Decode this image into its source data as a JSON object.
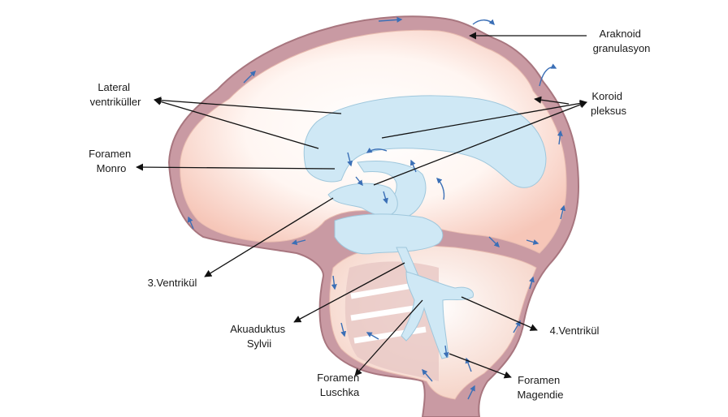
{
  "colors": {
    "skull": "#b7868f",
    "csf_space": "#f8d6cc",
    "ventricles": "#cfe8f5",
    "flow_arrows": "#3b6fb6",
    "leader_lines": "#111111"
  },
  "labels": {
    "araknoid": [
      "Araknoid",
      "granulasyon"
    ],
    "lateral": [
      "Lateral",
      "ventriküller"
    ],
    "koroid": [
      "Koroid",
      "pleksus"
    ],
    "foramen_monro": [
      "Foramen",
      "Monro"
    ],
    "ventrikul3": [
      "3.Ventrikül"
    ],
    "akuaduktus": [
      "Akuaduktus",
      "Sylvii"
    ],
    "ventrikul4": [
      "4.Ventrikül"
    ],
    "foramen_luschka": [
      "Foramen",
      "Luschka"
    ],
    "foramen_magendie": [
      "Foramen",
      "Magendie"
    ]
  }
}
